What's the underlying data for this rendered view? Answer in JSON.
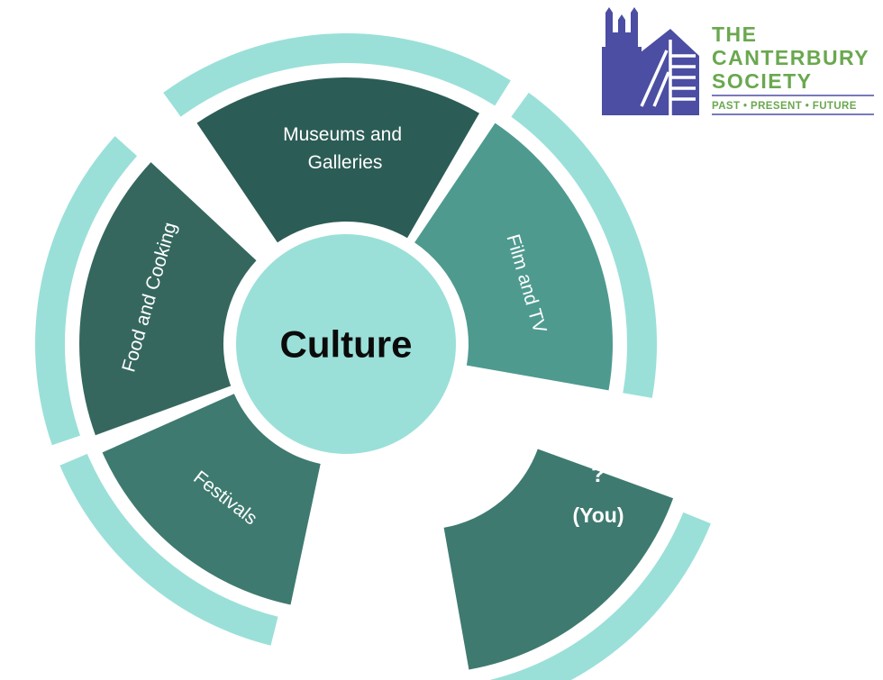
{
  "center": {
    "label": "Culture"
  },
  "segments": [
    {
      "id": "museums",
      "label_lines": [
        "Museums and",
        "Galleries"
      ]
    },
    {
      "id": "film",
      "label_lines": [
        "Film and TV"
      ]
    },
    {
      "id": "food",
      "label_lines": [
        "Food and Cooking"
      ]
    },
    {
      "id": "festivals",
      "label_lines": [
        "Festivals"
      ]
    }
  ],
  "you_segment": {
    "question": "?",
    "label": "(You)"
  },
  "logo": {
    "title_lines": [
      "THE",
      "CANTERBURY",
      "SOCIETY"
    ],
    "tagline": "PAST • PRESENT • FUTURE"
  },
  "colors": {
    "outer_ring": "#9ae0d8",
    "museums": "#2c5c56",
    "film": "#4e9a8f",
    "food": "#35675f",
    "festivals": "#3e7a70",
    "you": "#3e7a70",
    "center": "#9ae0d8",
    "logo_blue": "#4b4ea3",
    "logo_green": "#6aa84f"
  }
}
